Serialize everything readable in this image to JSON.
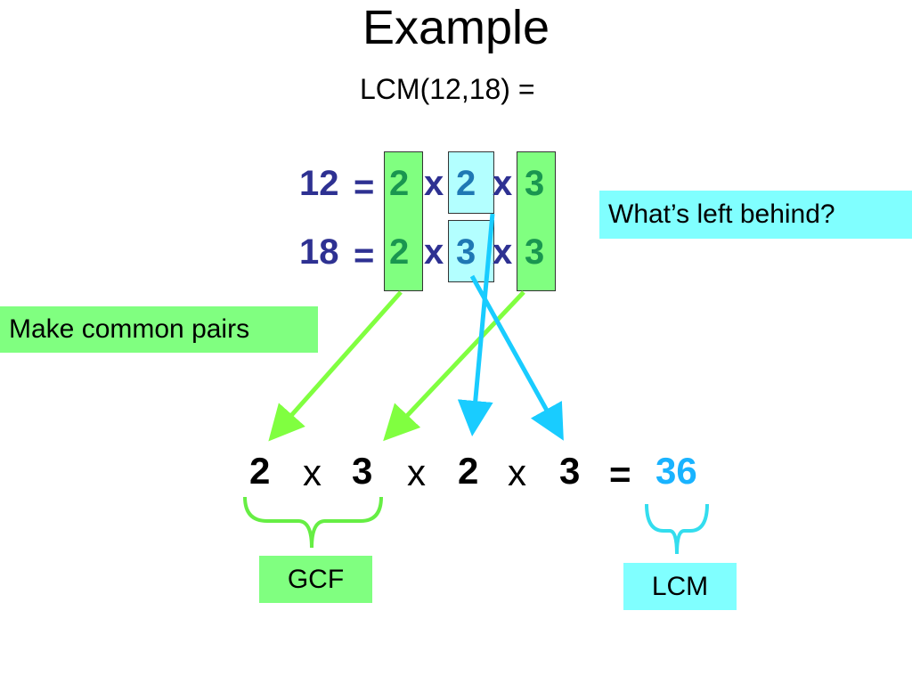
{
  "title": "Example",
  "subtitle": "LCM(12,18) =",
  "row1": {
    "lhs": "12",
    "eq": "=",
    "f1": "2",
    "x1": "x",
    "f2": "2",
    "x2": "x",
    "f3": "3"
  },
  "row2": {
    "lhs": "18",
    "eq": "=",
    "f1": "2",
    "x1": "x",
    "f2": "3",
    "x2": "x",
    "f3": "3"
  },
  "callouts": {
    "left_behind": "What’s left behind?",
    "common_pairs": "Make common pairs"
  },
  "product": {
    "a": "2",
    "op1": "x",
    "b": "3",
    "op2": "x",
    "c": "2",
    "op3": "x",
    "d": "3",
    "eq": "=",
    "result": "36"
  },
  "labels": {
    "gcf": "GCF",
    "lcm": "LCM"
  },
  "colors": {
    "green": "#80ff80",
    "cyan": "#80ffff",
    "arrow_green": "#80ff40",
    "arrow_cyan": "#19ccff"
  }
}
